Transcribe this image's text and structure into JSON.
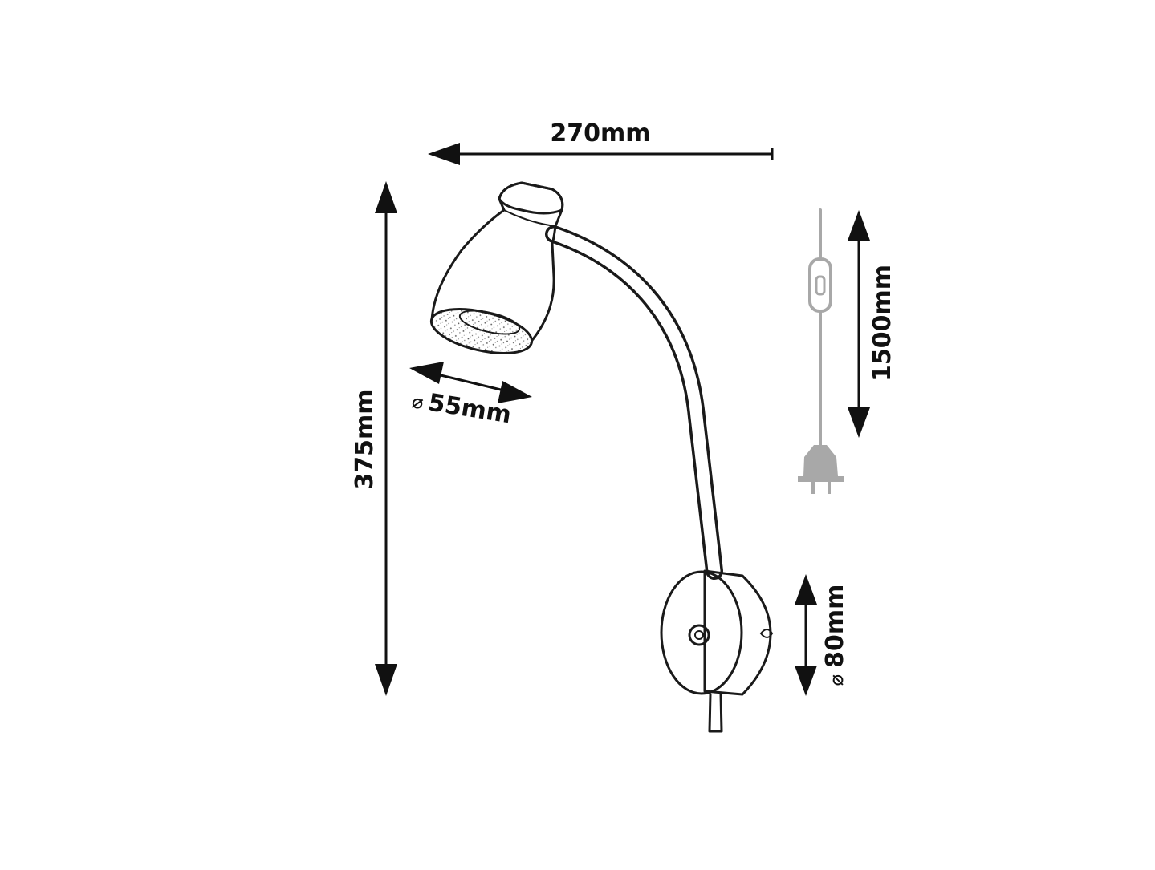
{
  "dimensions": {
    "width": "270mm",
    "height": "375mm",
    "shade_diameter": "55mm",
    "cable_length": "1500mm",
    "base_diameter": "80mm"
  },
  "symbols": {
    "diameter": "⌀"
  },
  "colors": {
    "line": "#1a1a1a",
    "cord": "#a8a8a8",
    "background": "#ffffff"
  }
}
